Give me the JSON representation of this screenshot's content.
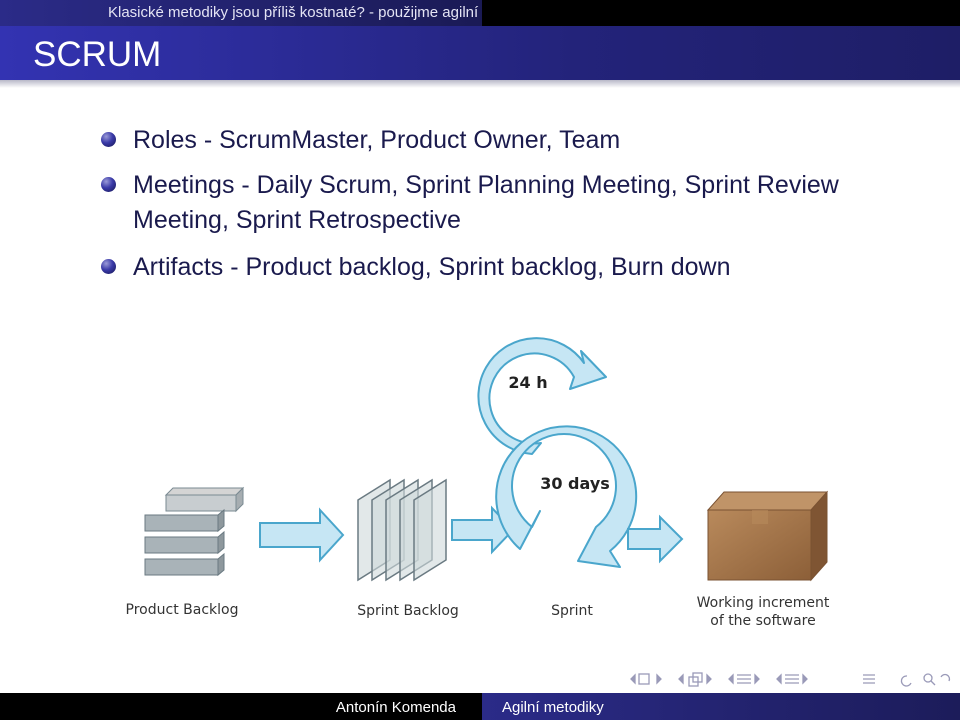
{
  "header": {
    "section_title": "Klasické metodiky jsou příliš kostnaté? - použijme agilní",
    "frame_title": "SCRUM"
  },
  "bullets": [
    {
      "text": "Roles - ScrumMaster, Product Owner, Team"
    },
    {
      "line1": "Meetings - Daily Scrum, Sprint Planning Meeting, Sprint Review",
      "line2": "Meeting, Sprint Retrospective"
    },
    {
      "text": "Artifacts - Product backlog, Sprint backlog, Burn down"
    }
  ],
  "figure": {
    "cycle_daily": "24 h",
    "cycle_sprint": "30 days",
    "labels": {
      "product_backlog": "Product Backlog",
      "sprint_backlog": "Sprint Backlog",
      "sprint": "Sprint",
      "increment_line1": "Working increment",
      "increment_line2": "of the software"
    },
    "colors": {
      "arrow_fill": "#c6e6f4",
      "arrow_stroke": "#4aa6cc",
      "box": "#a8794d"
    }
  },
  "footer": {
    "author": "Antonín Komenda",
    "short_title": "Agilní metodiky"
  },
  "nav": {
    "icons": [
      "nav-prev-frame-icon",
      "nav-next-frame-icon",
      "nav-prev-subsection-icon",
      "nav-next-subsection-icon",
      "nav-prev-section-icon",
      "nav-next-section-icon",
      "nav-outline-icon",
      "nav-search-icon"
    ]
  }
}
